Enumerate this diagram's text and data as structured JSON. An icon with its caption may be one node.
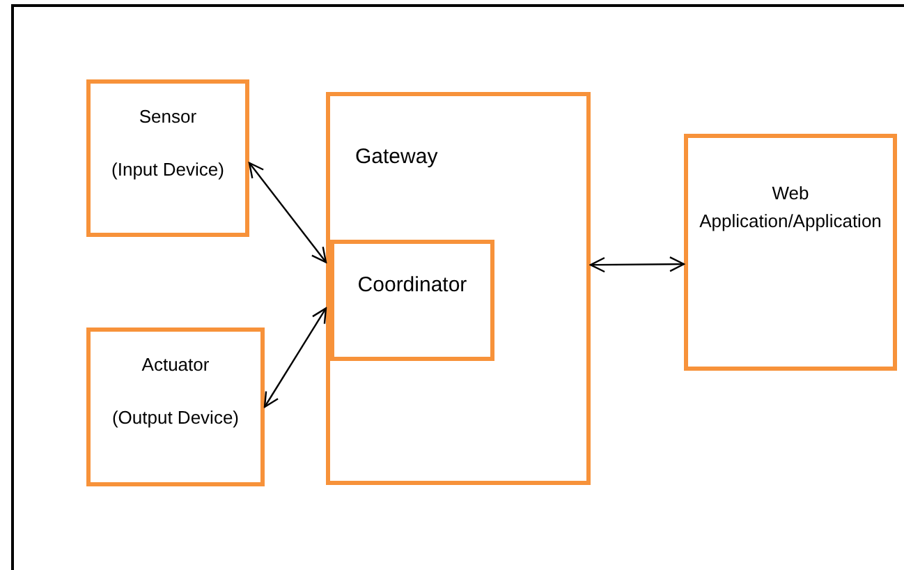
{
  "diagram": {
    "nodes": [
      {
        "text": [
          "Sensor",
          "(Input Device)"
        ]
      },
      {
        "text": [
          "Gateway"
        ]
      },
      {
        "text": [
          "Coordinator"
        ],
        "in": 1
      },
      {
        "text": [
          "Actuator",
          "(Output Device)"
        ]
      },
      {
        "text": [
          "Web Application/Application"
        ]
      }
    ],
    "edges": [
      {
        "from": 0,
        "to": 2,
        "arrow": "both"
      },
      {
        "from": 3,
        "to": 2,
        "arrow": "both"
      },
      {
        "from": 1,
        "to": 4,
        "arrow": "both"
      }
    ]
  }
}
